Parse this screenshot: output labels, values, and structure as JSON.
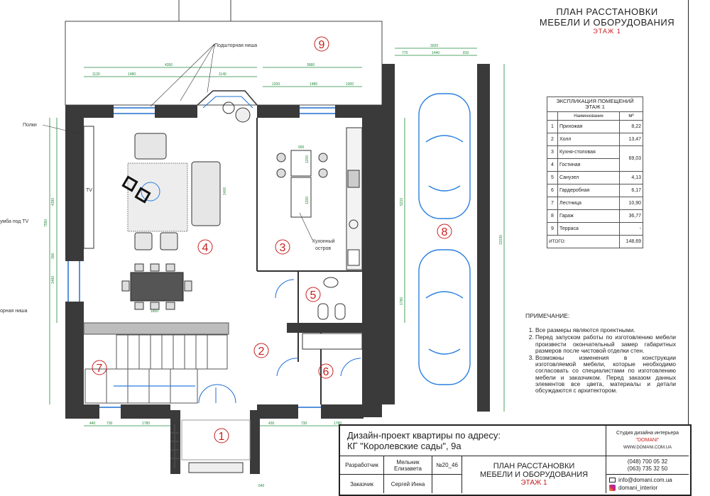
{
  "title": {
    "line1": "ПЛАН РАССТАНОВКИ",
    "line2": "МЕБЕЛИ И ОБОРУДОВАНИЯ",
    "floor": "ЭТАЖ 1"
  },
  "explication": {
    "title_line1": "ЭКСПЛИКАЦИЯ ПОМЕЩЕНИЙ",
    "title_line2": "ЭТАЖ 1",
    "header": [
      "",
      "Наименование",
      "м²"
    ],
    "rows": [
      {
        "n": "1",
        "name": "Прихожая",
        "area": "8,22"
      },
      {
        "n": "2",
        "name": "Холл",
        "area": "13,47"
      },
      {
        "n": "3",
        "name": "Кухня-столовая",
        "area": "69,03"
      },
      {
        "n": "4",
        "name": "Гостиная",
        "area": ""
      },
      {
        "n": "5",
        "name": "Санузел",
        "area": "4,13"
      },
      {
        "n": "6",
        "name": "Гардеробная",
        "area": "6,17"
      },
      {
        "n": "7",
        "name": "Лестница",
        "area": "10,90"
      },
      {
        "n": "8",
        "name": "Гараж",
        "area": "36,77"
      },
      {
        "n": "9",
        "name": "Терраса",
        "area": "-"
      }
    ],
    "total_label": "ИТОГО:",
    "total_value": "148,69"
  },
  "notes": {
    "heading": "ПРИМЕЧАНИЕ:",
    "items": [
      "Все размеры являются проектными.",
      "Перед запуском работы по изготовлению мебели произвести окончательный замер габаритных размеров после чистовой отделки стен.",
      "Возможны изменения в конструкции изготовляемой мебели, которые необходимо согласовать со специалистами по изготовлению мебели и заказчиком. Перед заказом данных элементов все цвета, материалы и детали обсуждаются с архитектором."
    ]
  },
  "stamp": {
    "project_line1": "Дизайн-проект квартиры по адресу:",
    "project_line2": "КГ \"Королевские сады\", 9а",
    "studio_line1": "Студия дизайна интерьера",
    "studio_name": "\"DOMANI\"",
    "studio_site": "WWW.DOMANI.COM.UA",
    "developer_label": "Разработчик",
    "developer_name": "Мельник Елизавета",
    "number": "№20_46",
    "customer_label": "Заказчик",
    "customer_name": "Сергей Инна",
    "sheet_line1": "ПЛАН РАССТАНОВКИ",
    "sheet_line2": "МЕБЕЛИ И ОБОРУДОВАНИЯ",
    "sheet_floor": "ЭТАЖ 1",
    "phone1": "(048) 700 05 32",
    "phone2": "(063) 735 32 50",
    "email": "info@domani.com.ua",
    "instagram": "domani_interior"
  },
  "plan": {
    "room_numbers": [
      "1",
      "2",
      "3",
      "4",
      "5",
      "6",
      "7",
      "8",
      "9"
    ],
    "labels": {
      "niche": "Подшторная ниша",
      "shelves": "Полки",
      "tv_stand": "умба под TV",
      "tv": "TV",
      "island_1": "Кухонный",
      "island_2": "остров",
      "niche_left": "орная ниша"
    },
    "dims_top": [
      "1120",
      "1480",
      "1140",
      "4350",
      "1200",
      "1480",
      "1000",
      "3680"
    ],
    "dims_garage": [
      "770",
      "1440",
      "810",
      "3020"
    ],
    "dims_bottom": [
      "440",
      "730",
      "1780",
      "430",
      "730",
      "1780",
      "640"
    ],
    "dims_vertical": [
      "4390",
      "7550",
      "1460",
      "300",
      "12030",
      "5210",
      "1780"
    ],
    "dims_island": [
      "900",
      "1200",
      "1200",
      "1400",
      "1800"
    ]
  },
  "colors": {
    "wall": "#3a3a3a",
    "dimension": "#1f8a3a",
    "car": "#2a7fe0",
    "door": "#1f6fd0",
    "room_number": "#c81e1e"
  }
}
